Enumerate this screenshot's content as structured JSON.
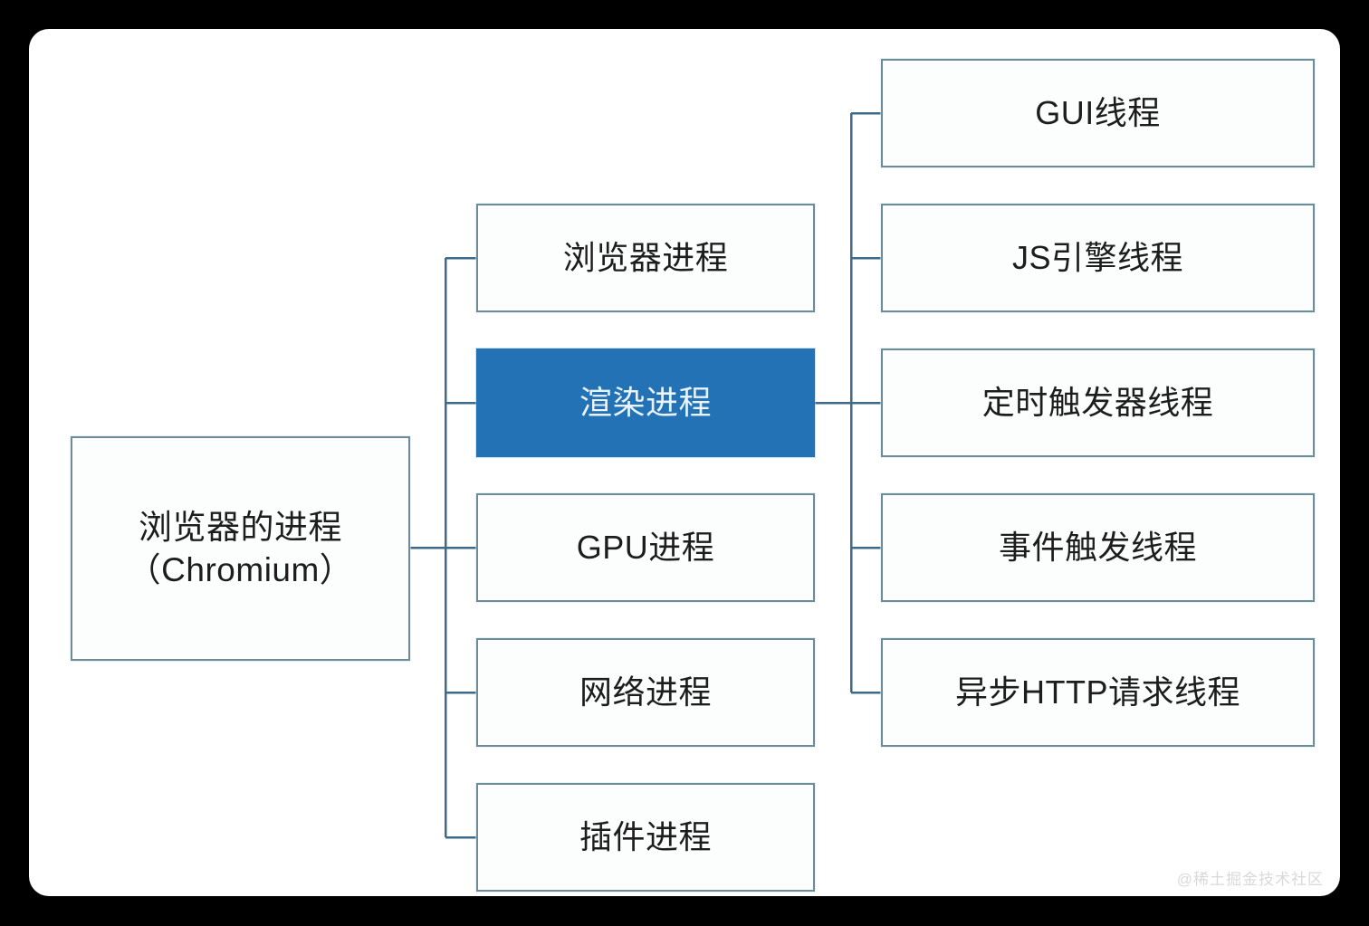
{
  "diagram": {
    "type": "tree",
    "orientation": "left-to-right",
    "background_color": "#000000",
    "card_color": "#ffffff",
    "line_color": "#3f6a87",
    "box_border_color": "#6e8b96",
    "box_fill_color": "#fcfdfd",
    "highlight_fill_color": "#2272b5",
    "highlight_text_color": "#eaf3fb",
    "root": {
      "label": "浏览器的进程\n（Chromium）",
      "line1": "浏览器的进程",
      "line2": "（Chromium）"
    },
    "processes": [
      {
        "label": "浏览器进程",
        "highlighted": false
      },
      {
        "label": "渲染进程",
        "highlighted": true
      },
      {
        "label": "GPU进程",
        "highlighted": false
      },
      {
        "label": "网络进程",
        "highlighted": false
      },
      {
        "label": "插件进程",
        "highlighted": false
      }
    ],
    "threads": [
      {
        "label": "GUI线程"
      },
      {
        "label": "JS引擎线程"
      },
      {
        "label": "定时触发器线程"
      },
      {
        "label": "事件触发线程"
      },
      {
        "label": "异步HTTP请求线程"
      }
    ]
  },
  "watermark": {
    "text": "@稀土掘金技术社区"
  }
}
